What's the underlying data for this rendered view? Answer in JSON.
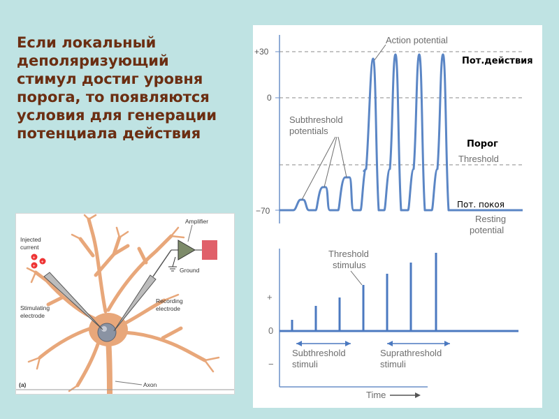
{
  "slide": {
    "lines": [
      "Если локальный",
      "деполяризующий",
      "стимул достиг уровня",
      "порога, то появляются",
      "условия для генерации",
      "потенциала действия"
    ]
  },
  "graph": {
    "ytick_30": "+30",
    "ytick_0": "0",
    "ytick_m70": "−70",
    "action_potential": "Action potential",
    "subthreshold_line1": "Subthreshold",
    "subthreshold_line2": "potentials",
    "threshold": "Threshold",
    "resting_line1": "Resting",
    "resting_line2": "potential",
    "ru_action": "Пот.действия",
    "ru_threshold": "Порог",
    "ru_rest": "Пот. покоя"
  },
  "stimulus": {
    "threshold_line1": "Threshold",
    "threshold_line2": "stimulus",
    "plus": "+",
    "zero": "0",
    "minus": "−",
    "sub_line1": "Subthreshold",
    "sub_line2": "stimuli",
    "supra_line1": "Suprathreshold",
    "supra_line2": "stimuli",
    "time": "Time"
  },
  "neuron": {
    "amplifier": "Amplifier",
    "injected_line1": "Injected",
    "injected_line2": "current",
    "ground": "Ground",
    "recording_line1": "Recording",
    "recording_line2": "electrode",
    "stimulating_line1": "Stimulating",
    "stimulating_line2": "electrode",
    "panel_label": "(a)",
    "axon": "Axon"
  },
  "colors": {
    "text_brown": "#6b2e12",
    "trace_blue": "#5b86c5",
    "neuron_orange": "#e8a77a"
  }
}
